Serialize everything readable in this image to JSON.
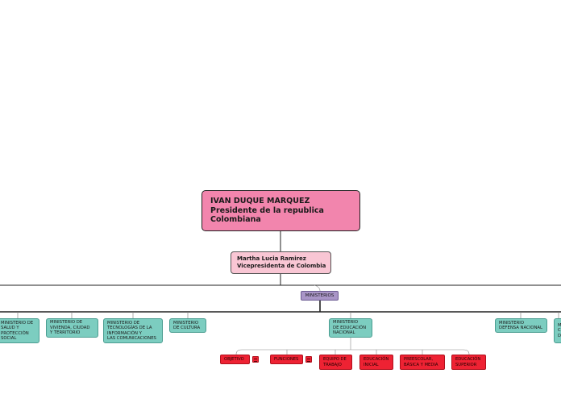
{
  "colors": {
    "root_fill": "#f285ad",
    "vice_fill": "#f9c6d4",
    "hub_fill": "#a995c7",
    "ministry_fill": "#7ccdc0",
    "subtopic_fill": "#ee2233",
    "connector": "#222222"
  },
  "root": {
    "label": "IVAN DUQUE MARQUEZ\nPresidente de la republica\nColombiana"
  },
  "vice": {
    "label": "Martha Lucia Ramirez\nVicepresidenta de Colombia"
  },
  "hub": {
    "label": "MINISTERIOS"
  },
  "ministries": [
    {
      "label": "MINISTERIO DE\nSALUD Y\nPROTECCIÓN\nSOCIAL"
    },
    {
      "label": "MINISTERIO DE\nVIVIENDA, CIUDAD\nY TERRITORIO"
    },
    {
      "label": "MINISTERIO DE\nTECNOLOGÍAS DE LA\nINFORMACIÓN Y\nLAS COMUNICACIONES"
    },
    {
      "label": "MINISTERIO\nDE CULTURA"
    },
    {
      "label": "MINISTERIO\nDE EDUCACIÓN\nNACIONAL"
    },
    {
      "label": "MINISTERIO\nDEFENSA NACIONAL"
    },
    {
      "label": "M\nC\nD"
    }
  ],
  "education_subtopics": [
    {
      "label": "OBJETIVO"
    },
    {
      "label": "FUNCIONES"
    },
    {
      "label": "EQUIPO DE\nTRABAJO"
    },
    {
      "label": "EDUCACIÓN\nINICIAL"
    },
    {
      "label": "PREESCOLAR,\nBÁSICA Y MEDIA"
    },
    {
      "label": "EDUCACIÓN\nSUPERIOR"
    }
  ],
  "note_icons": [
    "note-icon",
    "note-icon"
  ]
}
